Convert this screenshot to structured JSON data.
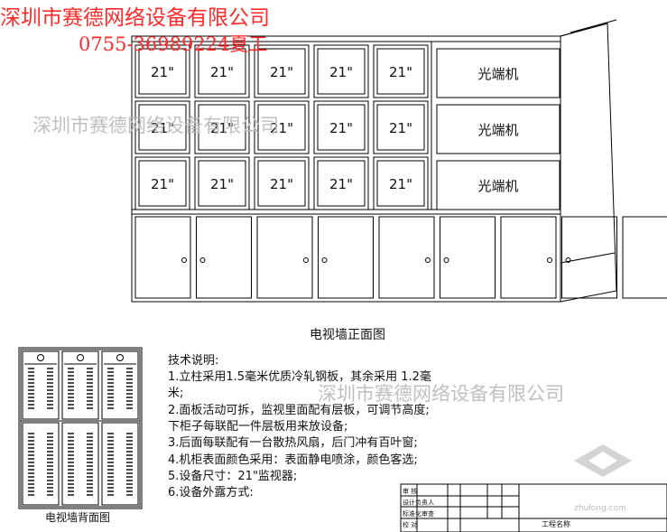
{
  "watermark": {
    "company": "深圳市赛德网络设备有限公司",
    "phone": "0755-36989224夏工",
    "site": "zhulong.com"
  },
  "front_view": {
    "title": "电视墙正面图",
    "monitor_label": "21\"",
    "monitor_rows": 3,
    "monitor_cols": 5,
    "optical_label": "光端机",
    "optical_count": 3,
    "cabinet_doors": 9
  },
  "back_view": {
    "title": "电视墙背面图"
  },
  "specs": {
    "heading": "技术说明:",
    "lines": [
      "1.立柱采用1.5毫米优质冷轧钢板，其余采用 1.2毫",
      "米;",
      "2.面板活动可拆，监视里面配有层板，可调节高度;",
      "    下柜子每联配一件层板用来放设备;",
      "3.后面每联配有一台散热风扇，后门冲有百叶窗;",
      "4.机柜表面颜色采用：表面静电喷涂，颜色客选;",
      "5.设备尺寸：21\"监视器;",
      "6.设备外露方式:"
    ]
  },
  "title_block": {
    "rows": [
      "审    核",
      "设计负责人",
      "标准化审查",
      "校    对"
    ],
    "project_label": "工程名称"
  }
}
